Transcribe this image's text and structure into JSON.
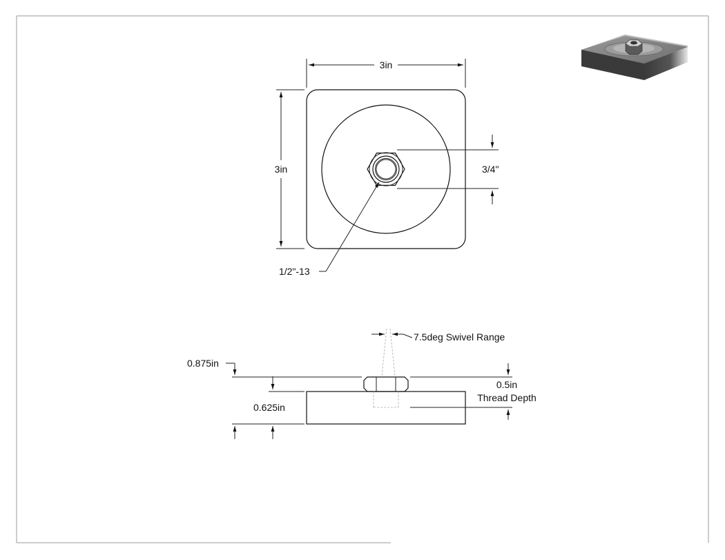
{
  "top_view": {
    "width_label": "3in",
    "height_label": "3in",
    "nut_size_label": "3/4\"",
    "thread_label": "1/2\"-13"
  },
  "side_view": {
    "swivel_label": "7.5deg Swivel Range",
    "overall_height_label": "0.875in",
    "base_height_label": "0.625in",
    "thread_depth_value": "0.5in",
    "thread_depth_caption": "Thread Depth"
  },
  "colors": {
    "line": "#111111",
    "hidden_line": "#aaaaaa",
    "iso_top": "#8a8a8a",
    "iso_side": "#2e2e2e"
  }
}
